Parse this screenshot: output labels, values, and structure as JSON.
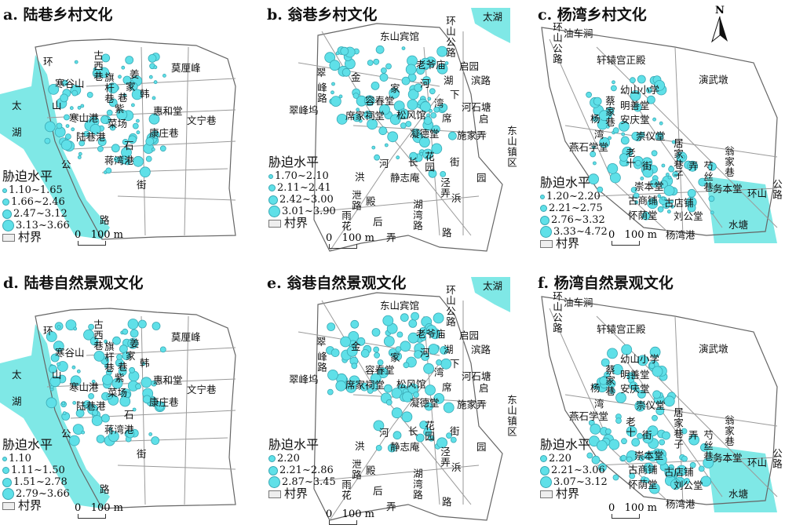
{
  "panels": [
    {
      "title": "a. 陆巷乡村文化",
      "village": "luxiang",
      "legend": {
        "title": "胁迫水平",
        "classes": [
          "1.10~1.65",
          "1.66~2.46",
          "2.47~3.12",
          "3.13~3.66"
        ],
        "boundary": "村界"
      }
    },
    {
      "title": "b. 翁巷乡村文化",
      "village": "wengxiang",
      "legend": {
        "title": "胁迫水平",
        "classes": [
          "1.70~2.10",
          "2.11~2.41",
          "2.42~3.00",
          "3.01~3.90"
        ],
        "boundary": "村界"
      }
    },
    {
      "title": "c. 杨湾乡村文化",
      "village": "yangwan",
      "legend": {
        "title": "胁迫水平",
        "classes": [
          "1.20~2.20",
          "2.21~2.75",
          "2.76~3.32",
          "3.33~4.72"
        ],
        "boundary": "村界"
      }
    },
    {
      "title": "d. 陆巷自然景观文化",
      "village": "luxiang",
      "legend": {
        "title": "胁迫水平",
        "classes": [
          "1.10",
          "1.11~1.50",
          "1.51~2.78",
          "2.79~3.66"
        ],
        "boundary": "村界"
      }
    },
    {
      "title": "e. 翁巷自然景观文化",
      "village": "wengxiang",
      "legend": {
        "title": "胁迫水平",
        "classes": [
          "2.20",
          "2.21~2.86",
          "2.87~3.45"
        ],
        "boundary": "村界"
      }
    },
    {
      "title": "f. 杨湾自然景观文化",
      "village": "yangwan",
      "legend": {
        "title": "胁迫水平",
        "classes": [
          "2.20",
          "2.21~3.06",
          "3.07~3.12"
        ],
        "boundary": "村界"
      }
    }
  ],
  "scale_label": "0   100 m",
  "north_label": "N",
  "places": {
    "luxiang": [
      "环",
      "古西巷",
      "寒谷山",
      "旗杆巷",
      "姜",
      "家",
      "韩",
      "巷",
      "莫厘峰",
      "山",
      "寒山港",
      "紫",
      "惠和堂",
      "文宁巷",
      "菜场",
      "康庄巷",
      "太",
      "湖",
      "陆巷港",
      "石",
      "公",
      "蒋湾港",
      "街",
      "路"
    ],
    "wengxiang": [
      "东山宾馆",
      "太湖",
      "环山公路",
      "翠",
      "峰路",
      "金",
      "老爷庙",
      "启园",
      "湖",
      "滨路",
      "家",
      "河",
      "下",
      "容春堂",
      "翠峰坞",
      "湾",
      "河石塘",
      "席家祠堂",
      "松风馆",
      "席",
      "启",
      "凝德堂",
      "施家弄",
      "东山镇区",
      "河",
      "长",
      "花园",
      "街",
      "洪",
      "静志庵",
      "泾弄",
      "园",
      "泄路",
      "殿",
      "湖湾路",
      "浜",
      "雨花",
      "后",
      "路",
      "弄"
    ],
    "yangwan": [
      "环山公路",
      "油车涧",
      "轩辕宫正殿",
      "演武墩",
      "幼山小学",
      "蔡家巷",
      "杨",
      "明善堂",
      "安庆堂",
      "湾",
      "燕石学堂",
      "崇仪堂",
      "居家巷子",
      "老十",
      "翁家巷",
      "弄",
      "芍丝巷",
      "务本堂",
      "环山",
      "公路",
      "崇本堂",
      "街",
      "古商铺",
      "古店铺",
      "怀荫堂",
      "刘公堂",
      "水塘",
      "杨湾港"
    ]
  },
  "colors": {
    "water": "#7fe8e6",
    "point": "#5fe0e8",
    "point_stroke": "#3aa9b5",
    "road": "#9a9a9a",
    "boundary": "#666666"
  }
}
